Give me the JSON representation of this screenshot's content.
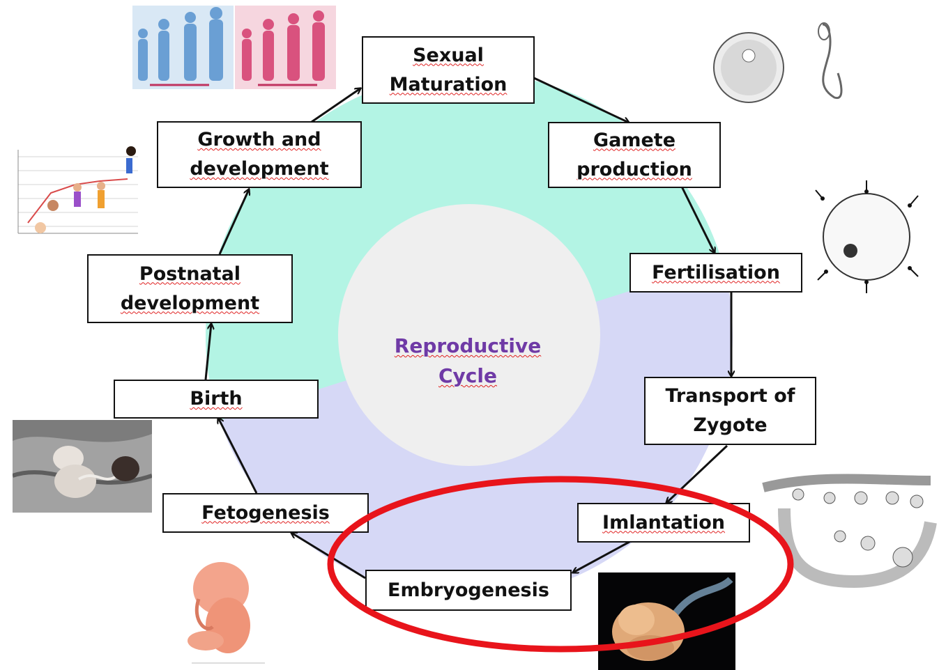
{
  "diagram": {
    "center_label": "Reproductive\nCycle",
    "stages": {
      "sexual_maturation": "Sexual\nMaturation",
      "gamete_production": "Gamete\nproduction",
      "fertilisation": "Fertilisation",
      "transport_of_zygote": "Transport of\nZygote",
      "implantation": "Imlantation",
      "embryogenesis": "Embryogenesis",
      "fetogenesis": "Fetogenesis",
      "birth": "Birth",
      "postnatal_development": "Postnatal\ndevelopment",
      "growth_and_development": "Growth and\ndevelopment"
    },
    "colors": {
      "upper_region": "#b3f4e4",
      "lower_region": "#d6d8f6",
      "inner_circle": "#efefef",
      "center_text": "#6f3aa6",
      "highlight_ellipse": "#e8141b",
      "spelling_underline": "#e02020"
    },
    "highlight": "embryogenesis"
  }
}
